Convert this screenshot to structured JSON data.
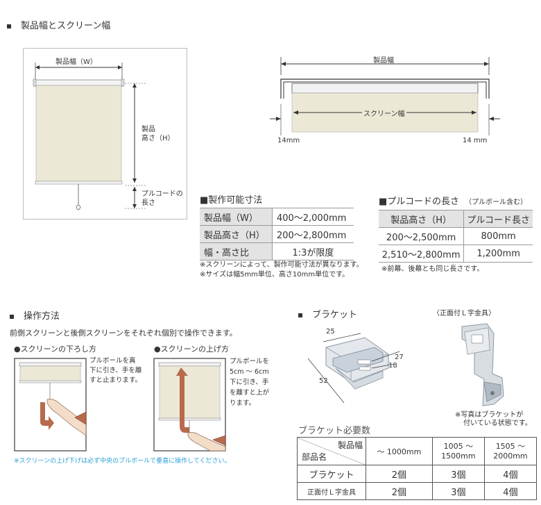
{
  "section1": {
    "title": "製品幅とスクリーン幅"
  },
  "diagram1": {
    "width_label": "製品幅（W）",
    "height_label_1": "製品",
    "height_label_2": "高さ（H）",
    "pullcord_label_1": "プルコードの",
    "pullcord_label_2": "長さ"
  },
  "diagram2": {
    "product_width": "製品幅",
    "screen_width": "スクリーン幅",
    "left_gap": "14mm",
    "right_gap": "14  mm"
  },
  "spec_table": {
    "title": "■製作可能寸法",
    "rows": [
      {
        "label": "製品幅（W）",
        "value": "400〜2,000mm"
      },
      {
        "label": "製品高さ（H）",
        "value": "200〜2,800mm"
      },
      {
        "label": "幅・高さ比",
        "value": "1:3が限度"
      }
    ],
    "note1": "※スクリーンによって、製作可能寸法が異なります。",
    "note2": "※サイズは幅5mm単位、高さ10mm単位です。"
  },
  "pull_table": {
    "title": "■プルコードの長さ",
    "subtitle": "（プルボール含む）",
    "headers": [
      "製品高さ（H）",
      "プルコード長さ"
    ],
    "rows": [
      [
        "200〜2,500mm",
        "800mm"
      ],
      [
        "2,510〜2,800mm",
        "1,200mm"
      ]
    ],
    "note": "※前幕、後幕とも同じ長さです。"
  },
  "operation": {
    "title": "操作方法",
    "description": "前側スクリーンと後側スクリーンをそれぞれ個別で操作できます。",
    "lower_title": "●スクリーンの下ろし方",
    "lower_text": [
      "プルボールを真",
      "下に引き、手を離",
      "すと止まります。"
    ],
    "raise_title": "●スクリーンの上げ方",
    "raise_text": [
      "プルボールを",
      "5cm 〜 6cm",
      "下に引き、手",
      "を離すと上が",
      "ります。"
    ],
    "note": "※スクリーンの上げ下げは必ず中央のプルボールで垂直に操作してください。"
  },
  "bracket": {
    "title": "ブラケット",
    "dims": [
      "25",
      "27",
      "18",
      "52"
    ],
    "side_title": "〈正面付Ｌ字金具〉",
    "photo_note_1": "※写真はブラケットが",
    "photo_note_2": "付いている状態です。"
  },
  "bracket_table": {
    "title": "ブラケット必要数",
    "corner_top": "製品幅",
    "corner_bottom": "部品名",
    "col_headers": [
      {
        "line1": "〜 1000mm",
        "line2": ""
      },
      {
        "line1": "1005 〜",
        "line2": "1500mm"
      },
      {
        "line1": "1505 〜",
        "line2": "2000mm"
      }
    ],
    "rows": [
      {
        "name": "ブラケット",
        "values": [
          "2個",
          "3個",
          "4個"
        ]
      },
      {
        "name": "正面付Ｌ字金具",
        "values": [
          "2個",
          "3個",
          "4個"
        ]
      }
    ]
  },
  "colors": {
    "screen": "#ece8d6",
    "pull_arrow": "#b86a4c",
    "note_blue": "#2a9fd8",
    "header_gray": "#e3e3e3"
  }
}
